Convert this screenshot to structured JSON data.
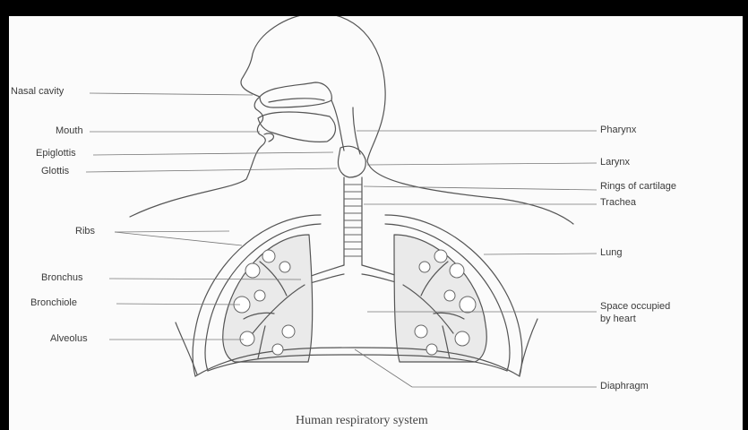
{
  "diagram": {
    "caption": "Human respiratory system",
    "labels_left": {
      "nasal_cavity": "Nasal cavity",
      "mouth": "Mouth",
      "epiglottis": "Epiglottis",
      "glottis": "Glottis",
      "ribs": "Ribs",
      "bronchus": "Bronchus",
      "bronchiole": "Bronchiole",
      "alveolus": "Alveolus"
    },
    "labels_right": {
      "pharynx": "Pharynx",
      "larynx": "Larynx",
      "rings_of_cartilage": "Rings of cartilage",
      "trachea": "Trachea",
      "lung": "Lung",
      "space_heart_1": "Space occupied",
      "space_heart_2": "by heart",
      "diaphragm": "Diaphragm"
    }
  }
}
